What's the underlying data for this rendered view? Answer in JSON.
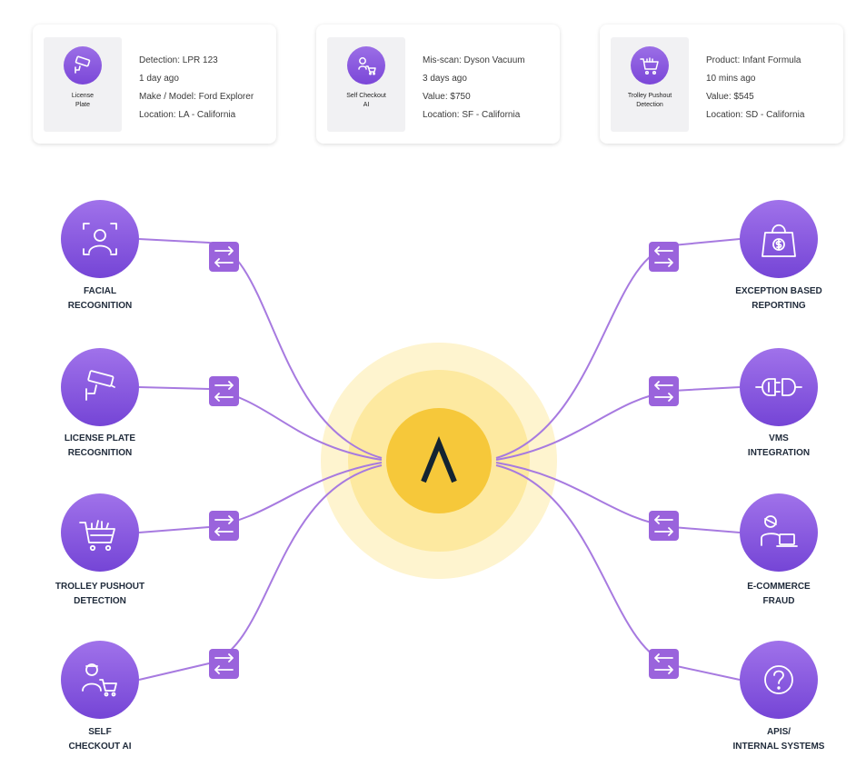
{
  "cards": [
    {
      "id": "license-plate",
      "icon": "cctv-camera-icon",
      "icon_label_lines": [
        "License",
        "Plate"
      ],
      "lines": [
        "Detection: LPR 123",
        "1 day ago",
        "Make / Model: Ford Explorer",
        "Location: LA - California"
      ]
    },
    {
      "id": "self-checkout",
      "icon": "cashier-cart-icon",
      "icon_label_lines": [
        "Self Checkout",
        "AI"
      ],
      "lines": [
        "Mis-scan: Dyson Vacuum",
        "3 days ago",
        "Value: $750",
        "Location: SF - California"
      ]
    },
    {
      "id": "trolley-pushout",
      "icon": "shopping-cart-icon",
      "icon_label_lines": [
        "Trolley Pushout",
        "Detection"
      ],
      "lines": [
        "Product: Infant Formula",
        "10 mins ago",
        "Value: $545",
        "Location: SD - California"
      ]
    }
  ],
  "hub": {
    "glyph": "Λ",
    "icon": "logo-icon"
  },
  "left_nodes": [
    {
      "id": "facial-recognition",
      "label_lines": [
        "FACIAL",
        "RECOGNITION"
      ],
      "icon": "face-scan-icon"
    },
    {
      "id": "license-plate-recognition",
      "label_lines": [
        "LICENSE PLATE",
        "RECOGNITION"
      ],
      "icon": "cctv-camera-icon"
    },
    {
      "id": "trolley-pushout-detection",
      "label_lines": [
        "TROLLEY PUSHOUT",
        "DETECTION"
      ],
      "icon": "shopping-cart-icon"
    },
    {
      "id": "self-checkout-ai",
      "label_lines": [
        "SELF",
        "CHECKOUT AI"
      ],
      "icon": "cashier-cart-icon"
    }
  ],
  "right_nodes": [
    {
      "id": "exception-based-reporting",
      "label_lines": [
        "EXCEPTION BASED",
        "REPORTING"
      ],
      "icon": "money-bag-icon"
    },
    {
      "id": "vms-integration",
      "label_lines": [
        "VMS",
        "INTEGRATION"
      ],
      "icon": "plug-icon"
    },
    {
      "id": "e-commerce-fraud",
      "label_lines": [
        "E-COMMERCE",
        "FRAUD"
      ],
      "icon": "person-laptop-icon"
    },
    {
      "id": "apis-internal-systems",
      "label_lines": [
        "APIS/",
        "INTERNAL SYSTEMS"
      ],
      "icon": "question-icon"
    }
  ],
  "colors": {
    "purple": "#7e4ddc",
    "purple_light": "#a072ea",
    "connector_box": "#9a63dc",
    "line": "#a77ae0",
    "hub": "#f6c83a",
    "hub_glow": "#fdeba2",
    "label": "#1f2a3a"
  }
}
